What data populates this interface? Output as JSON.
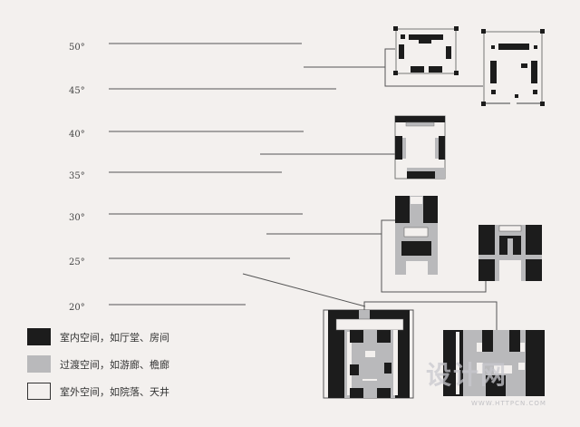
{
  "latitudes": [
    "50°",
    "45°",
    "40°",
    "35°",
    "30°",
    "25°",
    "20°"
  ],
  "legend": [
    {
      "label": "室内空间，如厅堂、房间",
      "color": "#1c1c1c"
    },
    {
      "label": "过渡空间，如游廊、檐廊",
      "color": "#b9b9bb"
    },
    {
      "label": "室外空间，如院落、天井",
      "color": "#f3f0ee"
    }
  ],
  "colors": {
    "indoor": "#1c1c1c",
    "transition": "#b9b9bb",
    "outdoor": "#f3f0ee",
    "line": "#555555"
  },
  "watermark": {
    "text": "设计网",
    "url": "WWW.HTTPCN.COM"
  }
}
